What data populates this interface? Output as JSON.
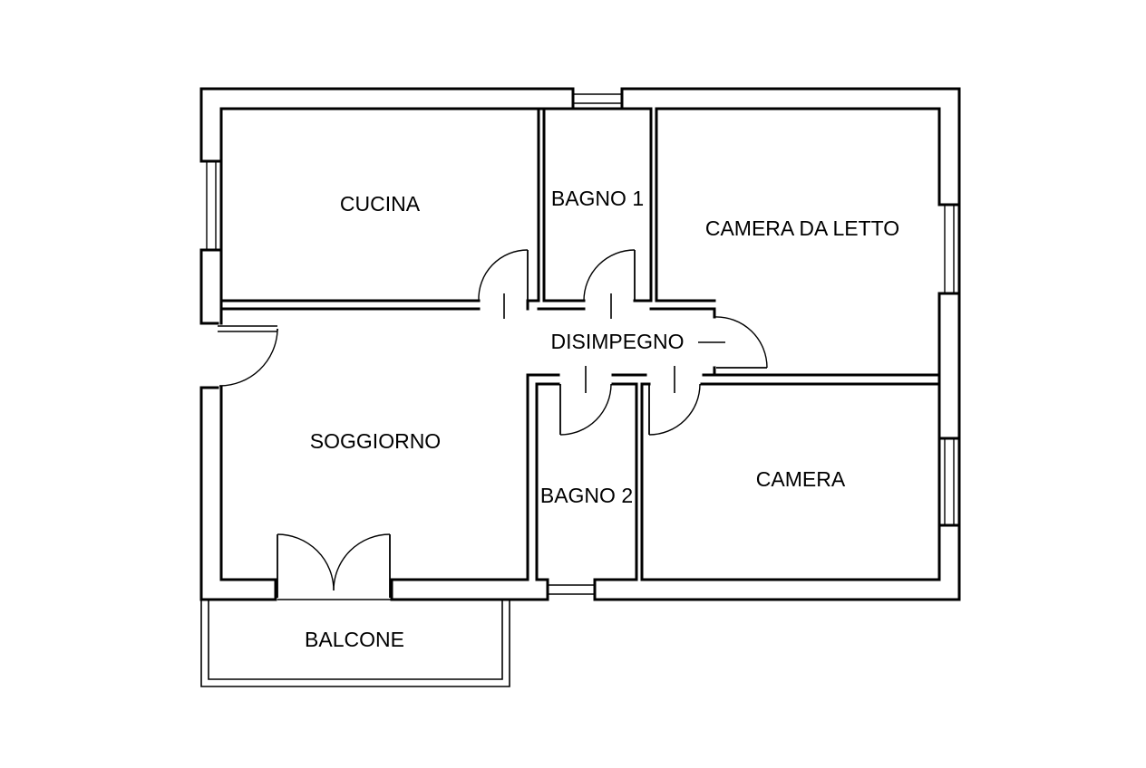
{
  "rooms": {
    "cucina": "CUCINA",
    "bagno1": "BAGNO 1",
    "camera_da_letto": "CAMERA DA LETTO",
    "disimpegno": "DISIMPEGNO",
    "soggiorno": "SOGGIORNO",
    "bagno2": "BAGNO 2",
    "camera": "CAMERA",
    "balcone": "BALCONE"
  }
}
